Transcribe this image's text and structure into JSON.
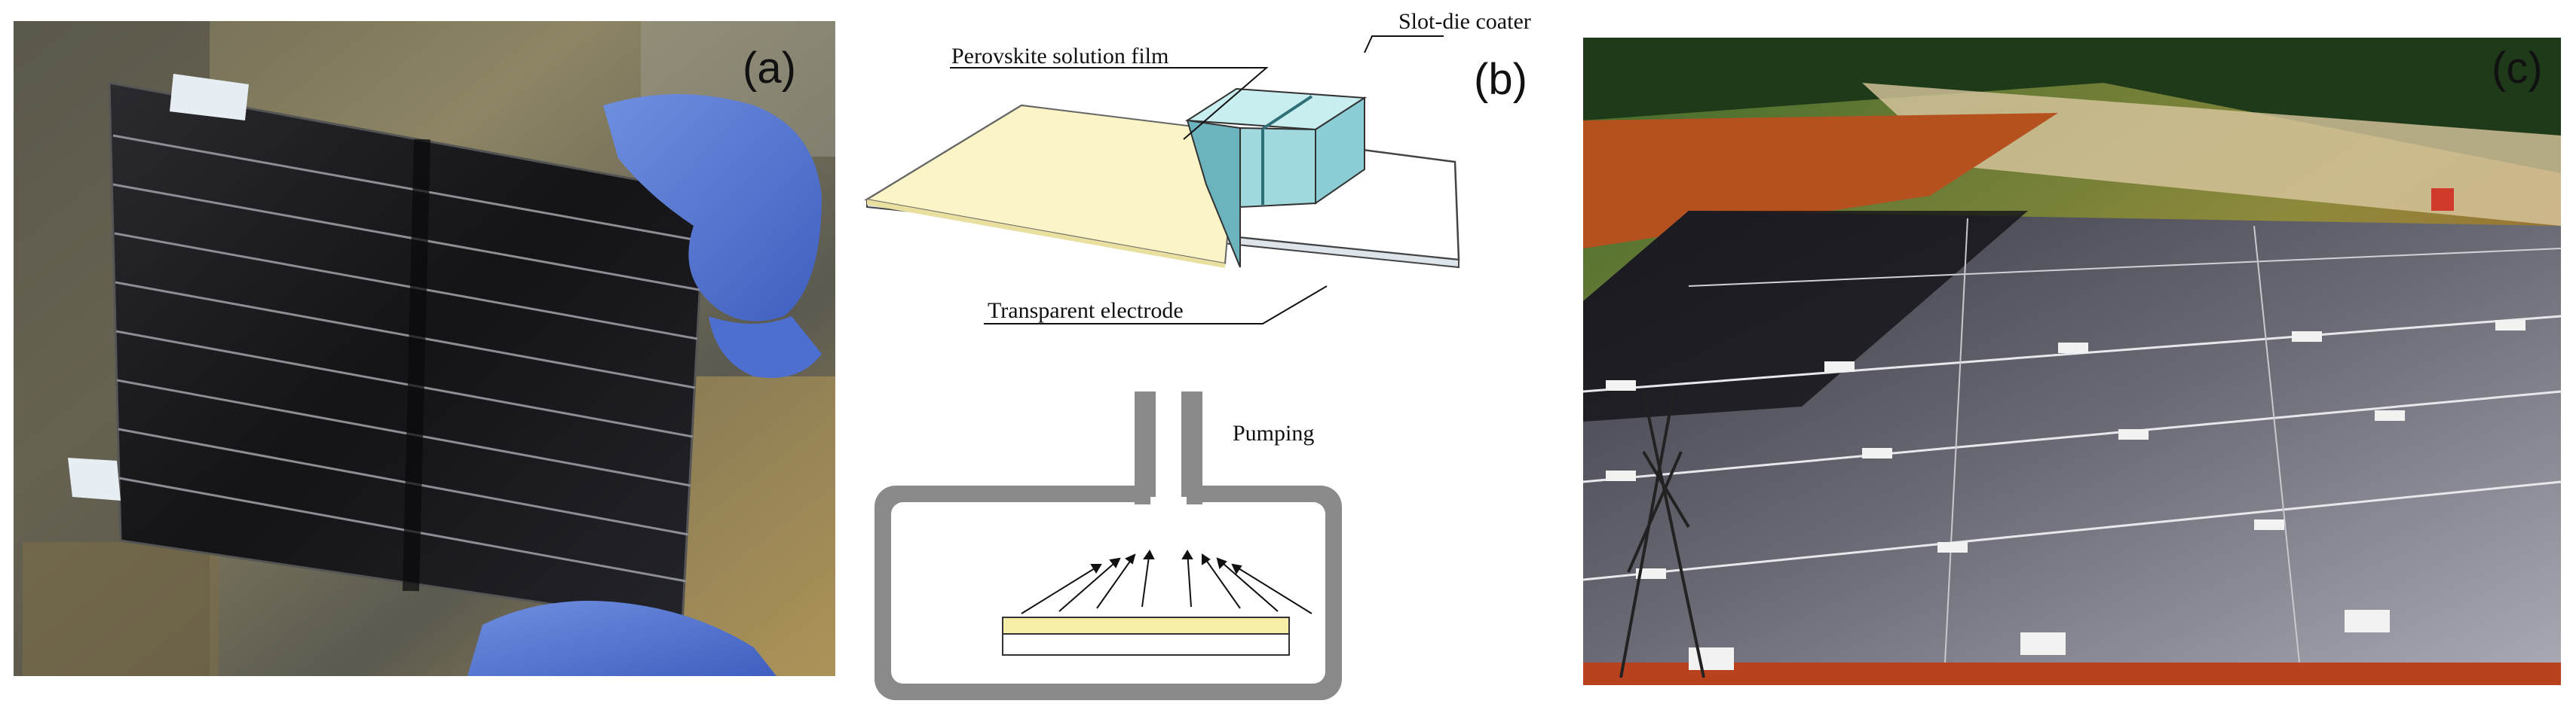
{
  "panels": {
    "a": {
      "label": "(a)"
    },
    "b": {
      "label": "(b)",
      "labels": {
        "perovskite_film": "Perovskite solution film",
        "slot_die": "Slot-die coater",
        "electrode": "Transparent electrode",
        "pumping": "Pumping"
      }
    },
    "c": {
      "label": "(c)"
    }
  },
  "colors": {
    "film_yellow": "#fbf4c6",
    "coater_blue": "#9fd9de",
    "coater_dark": "#5aaab4",
    "chamber_gray": "#8a8a8a",
    "module_dark": "#1d1d24",
    "soil_red": "#b8421e"
  },
  "icons": [
    "blue-glove-icon",
    "solar-cell-icon",
    "slot-die-coater-icon",
    "vacuum-chamber-icon",
    "solar-array-icon",
    "tree-icon"
  ]
}
